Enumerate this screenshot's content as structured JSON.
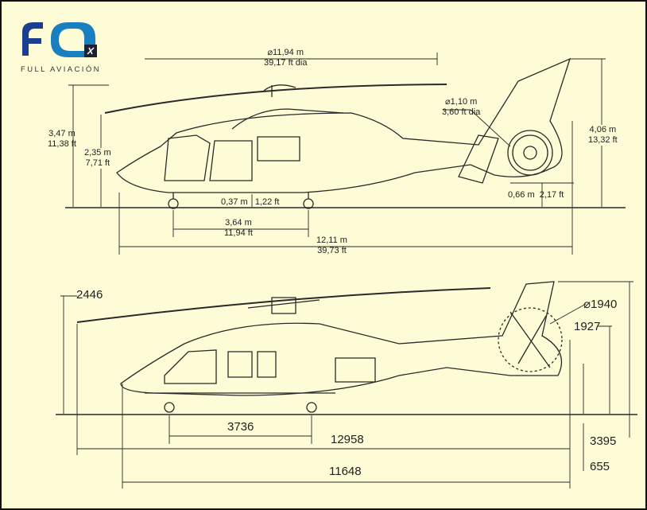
{
  "logo": {
    "letters": "FQ",
    "name": "FULL AVIACIÓN",
    "colors": {
      "primary": "#1b3f8f",
      "secondary": "#1a9bd0",
      "dark": "#1a2233"
    }
  },
  "top_drawing": {
    "rotor_diameter": {
      "metric": "⌀11,94 m",
      "imperial": "39,17 ft dia"
    },
    "tail_rotor_diameter": {
      "metric": "⌀1,10 m",
      "imperial": "3,60 ft dia"
    },
    "overall_height": {
      "metric": "3,47 m",
      "imperial": "11,38 ft"
    },
    "cabin_height": {
      "metric": "2,35 m",
      "imperial": "7,71 ft"
    },
    "tail_height": {
      "metric": "4,06 m",
      "imperial": "13,32 ft"
    },
    "ground_clearance": {
      "metric": "0,37 m",
      "imperial": "1,22 ft"
    },
    "tail_clearance": {
      "metric": "0,66 m",
      "imperial": "2,17 ft"
    },
    "wheelbase": {
      "metric": "3,64 m",
      "imperial": "11,94 ft"
    },
    "fuselage_length": {
      "metric": "12,11 m",
      "imperial": "39,73 ft"
    }
  },
  "bottom_drawing": {
    "rotor_height": "2446",
    "tail_rotor_diameter": "⌀1940",
    "tail_rotor_hub_height": "1927",
    "tail_height": "3395",
    "tail_clearance": "655",
    "wheelbase": "3736",
    "overall_length": "12958",
    "fuselage_length": "11648"
  }
}
